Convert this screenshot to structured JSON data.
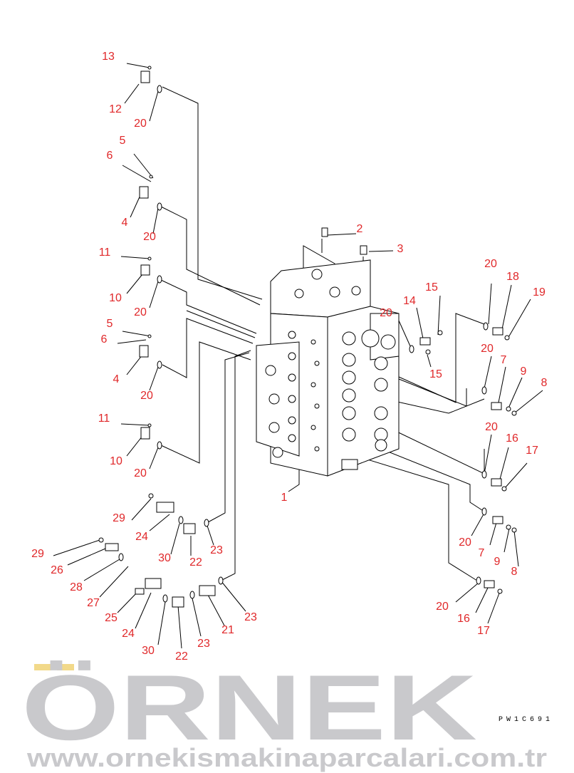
{
  "drawing_code": "PW1C691",
  "watermark": {
    "brand": "ÖRNEK",
    "url": "www.ornekismakinaparcalari.com.tr"
  },
  "callouts": [
    "13",
    "12",
    "20",
    "5",
    "6",
    "4",
    "20",
    "11",
    "10",
    "20",
    "5",
    "6",
    "4",
    "20",
    "11",
    "10",
    "20",
    "2",
    "3",
    "1",
    "20",
    "18",
    "19",
    "15",
    "14",
    "20",
    "15",
    "20",
    "7",
    "9",
    "8",
    "20",
    "16",
    "17",
    "20",
    "7",
    "9",
    "8",
    "20",
    "16",
    "17",
    "29",
    "24",
    "30",
    "22",
    "23",
    "29",
    "26",
    "28",
    "27",
    "25",
    "24",
    "23",
    "21",
    "23",
    "30",
    "22"
  ],
  "colors": {
    "callout": "#e0282a",
    "line": "#000000",
    "watermark": "#c9c9cc",
    "watermark_accent": "#f2d98a"
  }
}
